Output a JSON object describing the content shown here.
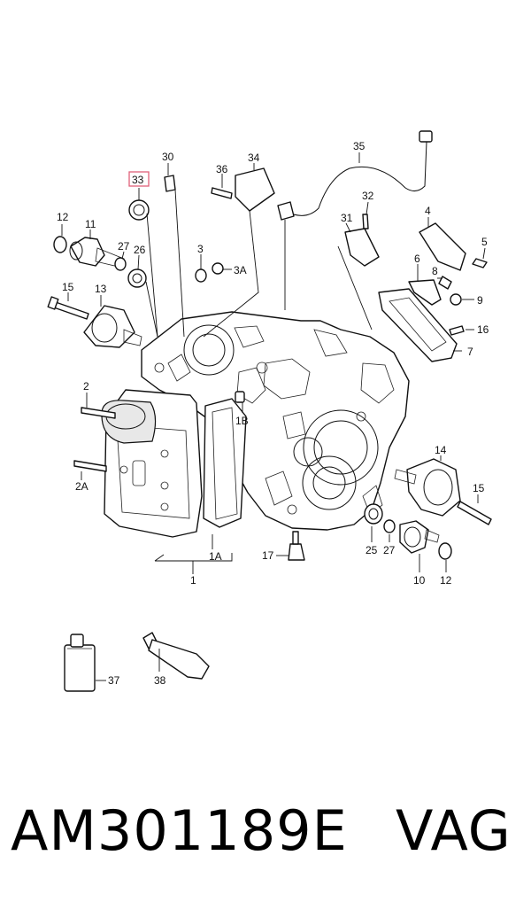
{
  "highlight_color": "#e0607a",
  "highlighted_part": "33",
  "callouts": [
    {
      "id": "c-30",
      "text": "30"
    },
    {
      "id": "c-33",
      "text": "33"
    },
    {
      "id": "c-34",
      "text": "34"
    },
    {
      "id": "c-35",
      "text": "35"
    },
    {
      "id": "c-36",
      "text": "36"
    },
    {
      "id": "c-12a",
      "text": "12"
    },
    {
      "id": "c-11",
      "text": "11"
    },
    {
      "id": "c-27a",
      "text": "27"
    },
    {
      "id": "c-26",
      "text": "26"
    },
    {
      "id": "c-3",
      "text": "3"
    },
    {
      "id": "c-3A",
      "text": "3A"
    },
    {
      "id": "c-32",
      "text": "32"
    },
    {
      "id": "c-31",
      "text": "31"
    },
    {
      "id": "c-4",
      "text": "4"
    },
    {
      "id": "c-5",
      "text": "5"
    },
    {
      "id": "c-6",
      "text": "6"
    },
    {
      "id": "c-8",
      "text": "8"
    },
    {
      "id": "c-9",
      "text": "9"
    },
    {
      "id": "c-15a",
      "text": "15"
    },
    {
      "id": "c-13",
      "text": "13"
    },
    {
      "id": "c-16",
      "text": "16"
    },
    {
      "id": "c-7",
      "text": "7"
    },
    {
      "id": "c-2",
      "text": "2"
    },
    {
      "id": "c-1B",
      "text": "1B"
    },
    {
      "id": "c-2A",
      "text": "2A"
    },
    {
      "id": "c-14",
      "text": "14"
    },
    {
      "id": "c-15b",
      "text": "15"
    },
    {
      "id": "c-17",
      "text": "17"
    },
    {
      "id": "c-1A",
      "text": "1A"
    },
    {
      "id": "c-1",
      "text": "1"
    },
    {
      "id": "c-25",
      "text": "25"
    },
    {
      "id": "c-27b",
      "text": "27"
    },
    {
      "id": "c-10",
      "text": "10"
    },
    {
      "id": "c-12b",
      "text": "12"
    },
    {
      "id": "c-37",
      "text": "37"
    },
    {
      "id": "c-38",
      "text": "38"
    }
  ],
  "footer": {
    "part_number": "AM301189E",
    "brand": "VAG"
  }
}
